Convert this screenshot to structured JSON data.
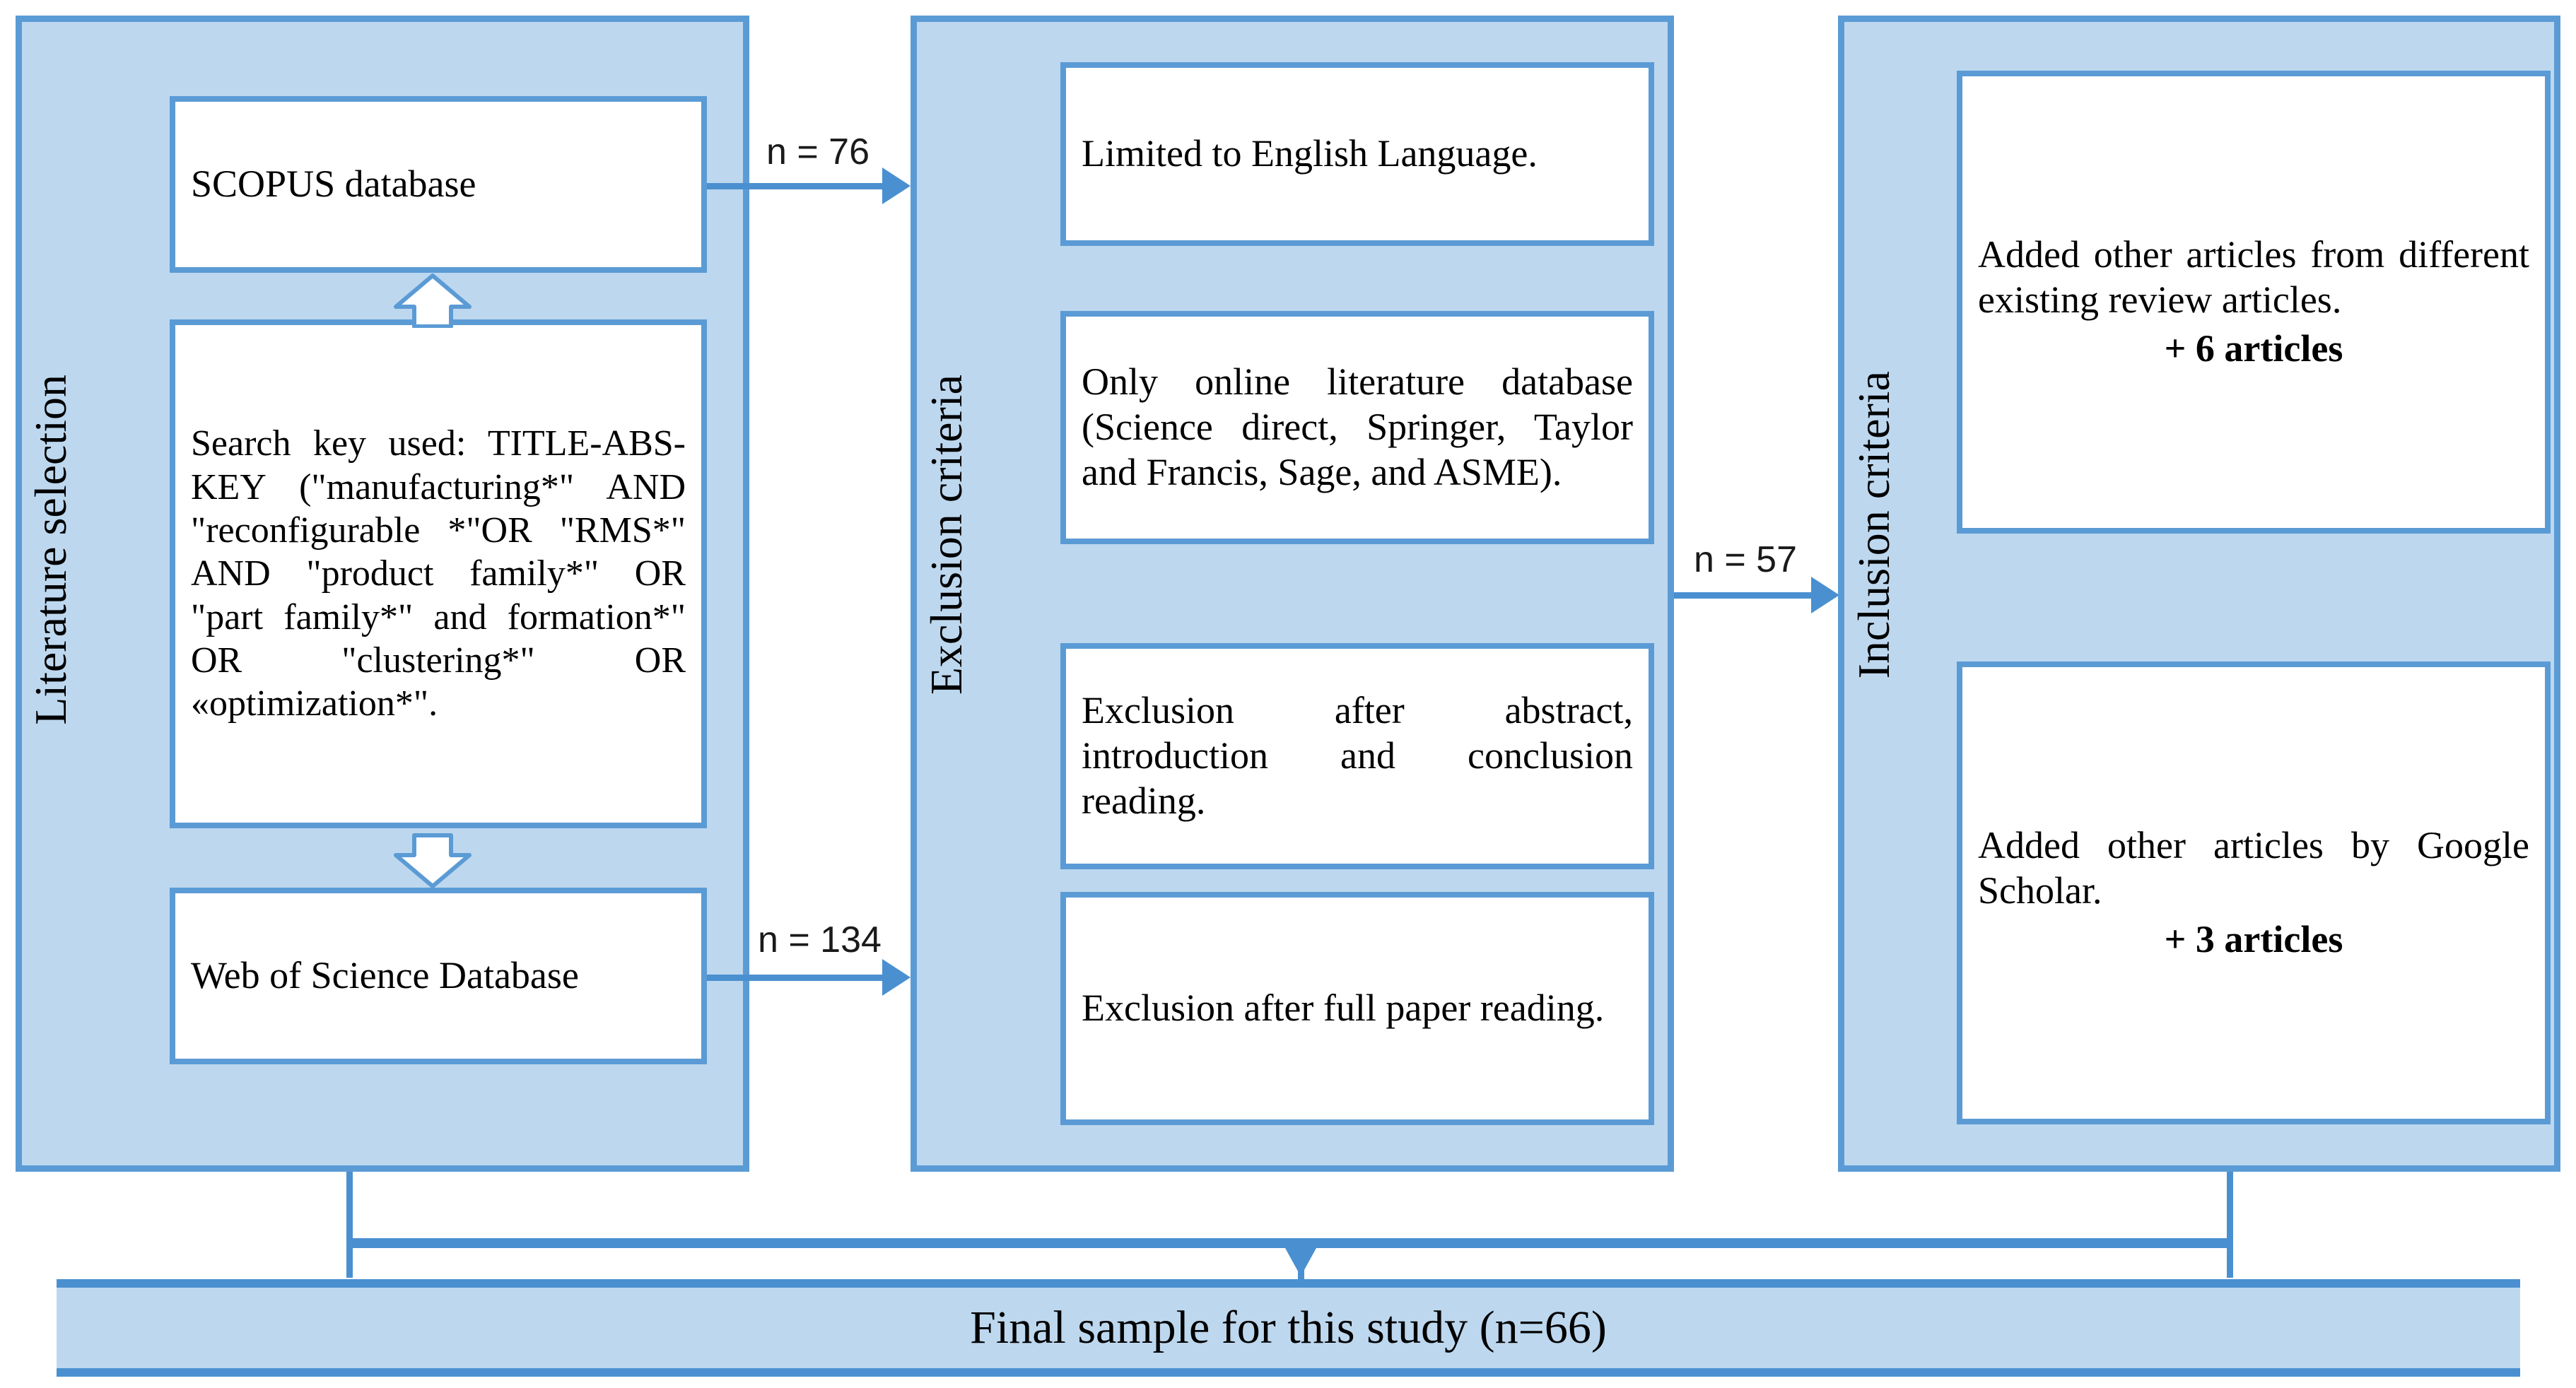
{
  "diagram": {
    "title": "PRISMA-style literature selection flow chart",
    "colors": {
      "panel_fill": "#BDD7EE",
      "panel_border": "#5B9BD5",
      "connector": "#4A90D0",
      "box_fill": "#FFFFFF",
      "text": "#000000"
    }
  },
  "stages": {
    "literature": {
      "label": "Literature selection",
      "boxes": {
        "scopus": "SCOPUS database",
        "search_key": "Search key used: TITLE-ABS-KEY (\"manufacturing*\" AND \"reconfigurable *\"OR \"RMS*\" AND \"product family*\" OR \"part family*\" and formation*\" OR \"clustering*\" OR «optimization*\".",
        "web_of_science": "Web of Science Database"
      }
    },
    "exclusion": {
      "label": "Exclusion criteria",
      "boxes": {
        "english": "Limited to English Language.",
        "online_database": "Only online literature database (Science direct, Springer, Taylor and Francis, Sage, and ASME).",
        "after_abstract": "Exclusion after abstract, introduction and conclusion reading.",
        "after_full_paper": "Exclusion after full paper reading."
      }
    },
    "inclusion": {
      "label": "Inclusion criteria",
      "boxes": {
        "review_articles": {
          "text": "Added other articles from different existing review articles.",
          "count": "+ 6 articles"
        },
        "google_scholar": {
          "text": "Added other articles by Google Scholar.",
          "count": "+ 3 articles"
        }
      }
    }
  },
  "connectors": {
    "scopus_to_exclusion": "n = 76",
    "wos_to_exclusion": "n = 134",
    "exclusion_to_inclusion": "n = 57"
  },
  "result": {
    "final_sample": "Final sample for this study (n=66)"
  }
}
